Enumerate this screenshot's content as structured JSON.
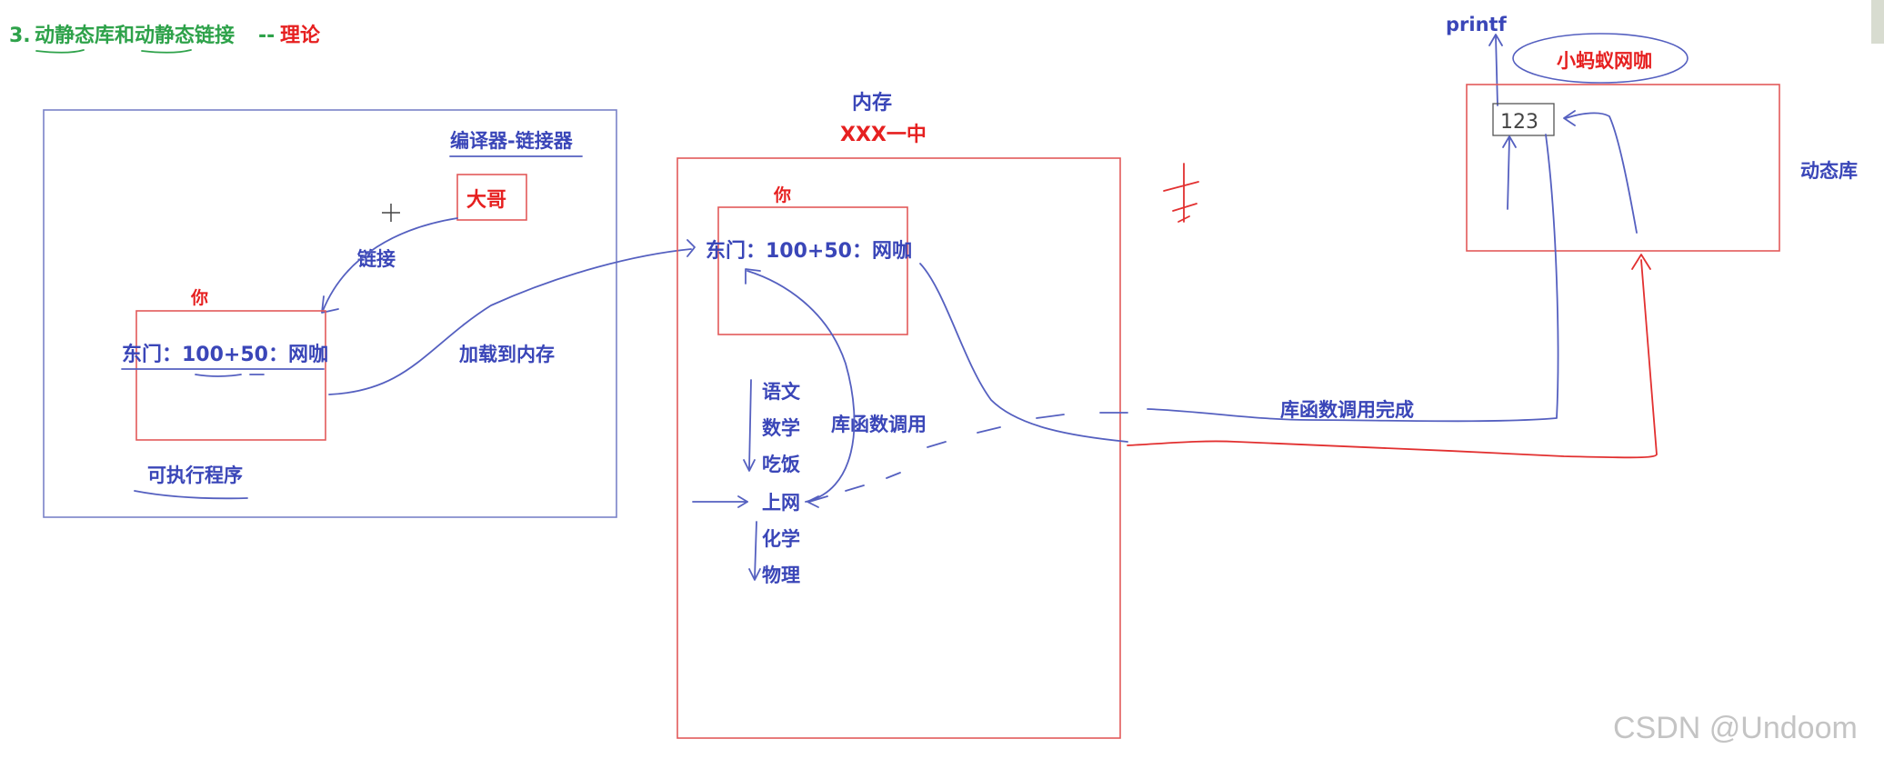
{
  "heading": {
    "number": "3.",
    "title_green": "动静态库和动静态链接",
    "dashes": "--",
    "title_red": "理论"
  },
  "left_panel": {
    "compiler_label": "编译器-链接器",
    "big_brother_label": "大哥",
    "link_label": "链接",
    "you_label": "你",
    "east_gate_text": "东门：100+50：网咖",
    "load_label": "加载到内存",
    "executable_label": "可执行程序"
  },
  "memory_panel": {
    "memory_label": "内存",
    "school_label": "XXX一中",
    "you_label": "你",
    "east_gate_text": "东门：100+50：网咖",
    "schedule": [
      "语文",
      "数学",
      "吃饭",
      "上网",
      "化学",
      "物理"
    ],
    "call_label": "库函数调用"
  },
  "right_panel": {
    "printf_label": "printf",
    "cafe_label": "小蚂蚁网咖",
    "number_label": "123",
    "dynamic_lib_label": "动态库",
    "done_label": "库函数调用完成"
  },
  "watermark": "CSDN @Undoom",
  "colors": {
    "blue_text": "#3a46b8",
    "red_text": "#e62020",
    "green_text": "#2ea24a"
  }
}
